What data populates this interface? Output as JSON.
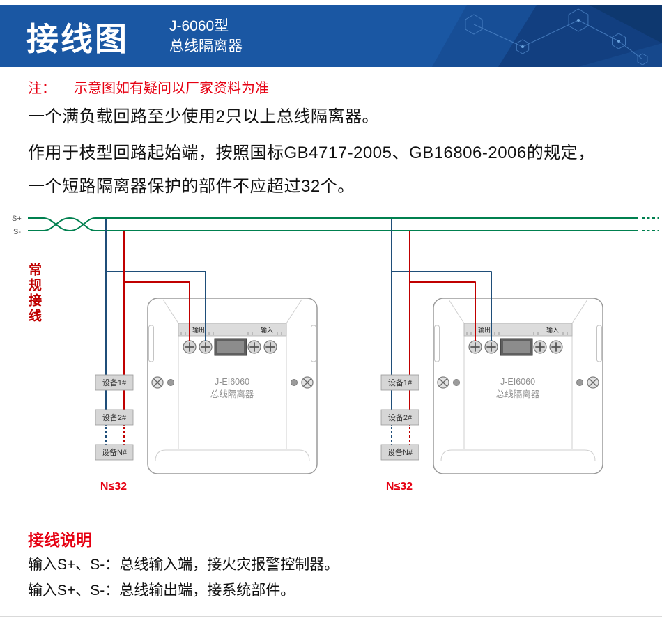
{
  "header": {
    "title": "接线图",
    "model": "J-6060型",
    "subtitle": "总线隔离器"
  },
  "note": {
    "label": "注：",
    "text": "示意图如有疑问以厂家资料为准"
  },
  "paragraphs": [
    "一个满负载回路至少使用2只以上总线隔离器。",
    "作用于枝型回路起始端，按照国标GB4717-2005、GB16806-2006的规定，",
    "一个短路隔离器保护的部件不应超过32个。"
  ],
  "bus": {
    "s_plus_label": "S+",
    "s_minus_label": "S-"
  },
  "side_label": "常规接线",
  "device": {
    "output_label": "输出",
    "input_label": "输入",
    "model": "J-EI6060",
    "name": "总线隔离器"
  },
  "chain": {
    "device1": "设备1#",
    "device2": "设备2#",
    "deviceN": "设备N#",
    "limit": "N≤32"
  },
  "footer": {
    "heading": "接线说明",
    "line1": "输入S+、S-：总线输入端，接火灾报警控制器。",
    "line2": "输入S+、S-：总线输出端，接系统部件。"
  },
  "colors": {
    "header_bg": "#1a57a3",
    "accent_red": "#e60012",
    "side_label_red": "#c00000",
    "bus_green": "#00804f",
    "wire_blue": "#1f4e79",
    "wire_red": "#c00000"
  }
}
